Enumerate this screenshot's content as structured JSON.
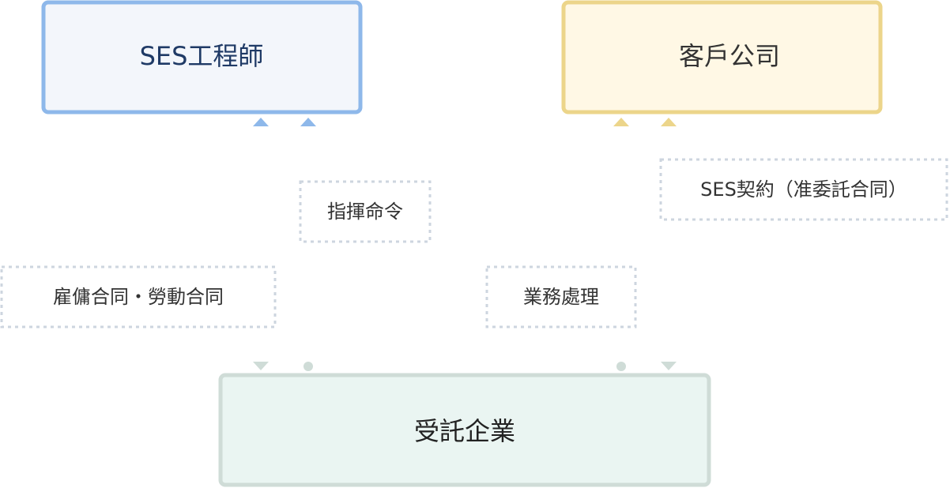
{
  "nodes": {
    "engineer": {
      "label": "SES工程師",
      "fill": "#f3f6fb",
      "stroke": "#8eb8ea",
      "text_color": "#1f3a66"
    },
    "client": {
      "label": "客戶公司",
      "fill": "#fff8e5",
      "stroke": "#ecd58a",
      "text_color": "#333333"
    },
    "contractor": {
      "label": "受託企業",
      "fill": "#eaf5f2",
      "stroke": "#cfdcd7",
      "text_color": "#222222"
    }
  },
  "edges": {
    "employment": {
      "label": "雇傭合同・勞動合同"
    },
    "command": {
      "label": "指揮命令"
    },
    "business": {
      "label": "業務處理"
    },
    "contract": {
      "label": "SES契約（准委託合同）"
    }
  },
  "colors": {
    "blue_arrow": "#8eb8ea",
    "yellow_arrow": "#ecd58a",
    "gray_arrow": "#cfdcd7",
    "label_border": "#cdd5df"
  }
}
